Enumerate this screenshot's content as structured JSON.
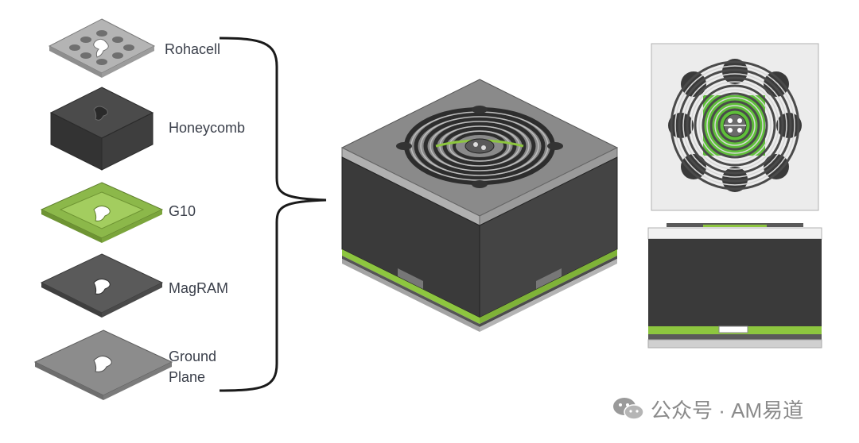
{
  "layers": {
    "rohacell": "Rohacell",
    "honeycomb": "Honeycomb",
    "g10": "G10",
    "magram": "MagRAM",
    "ground_plane": "Ground\nPlane"
  },
  "watermark": {
    "text": "公众号 · AM易道",
    "icon": "wechat-icon"
  },
  "colors": {
    "honeycomb": "#3c3c3c",
    "g10_green": "#8dc63f",
    "rohacell": "#a8a8a8",
    "magram": "#5a5a5a",
    "ground": "#8a8a8a",
    "top_view_bg": "#ececec"
  }
}
